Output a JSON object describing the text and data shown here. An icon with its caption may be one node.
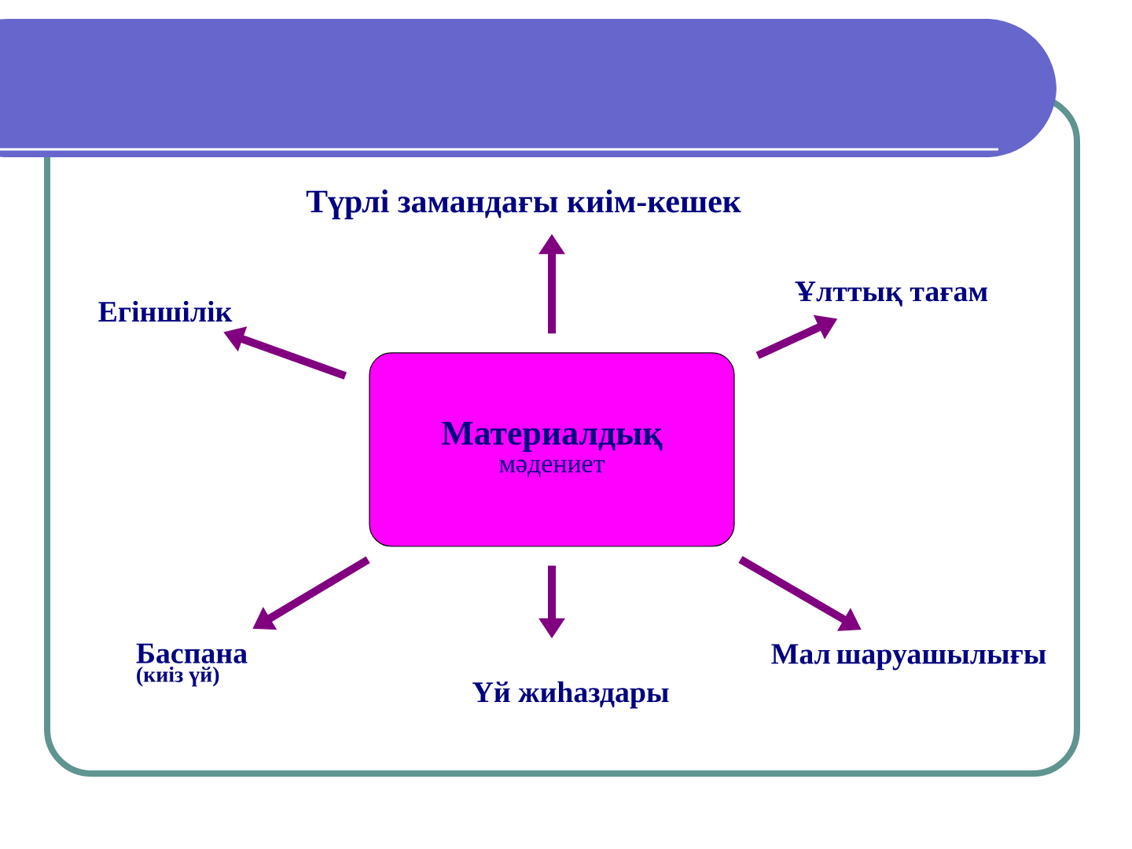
{
  "diagram": {
    "nodes": [
      {
        "text": [
          "Материалдық",
          "мәдениет"
        ]
      },
      {
        "text": [
          "Түрлі замандағы киім-кешек"
        ]
      },
      {
        "text": [
          "Егіншілік"
        ]
      },
      {
        "text": [
          "Ұлттық тағам"
        ]
      },
      {
        "text": [
          "Баспана",
          "(киіз үй)"
        ]
      },
      {
        "text": [
          "Үй жиһаздары"
        ]
      },
      {
        "text": [
          "Мал шаруашылығы"
        ]
      }
    ],
    "edges": [
      {
        "from": 0,
        "to": 1,
        "arrow": "to"
      },
      {
        "from": 0,
        "to": 2,
        "arrow": "to"
      },
      {
        "from": 0,
        "to": 3,
        "arrow": "to"
      },
      {
        "from": 0,
        "to": 4,
        "arrow": "to"
      },
      {
        "from": 0,
        "to": 5,
        "arrow": "to"
      },
      {
        "from": 0,
        "to": 6,
        "arrow": "to"
      }
    ]
  }
}
